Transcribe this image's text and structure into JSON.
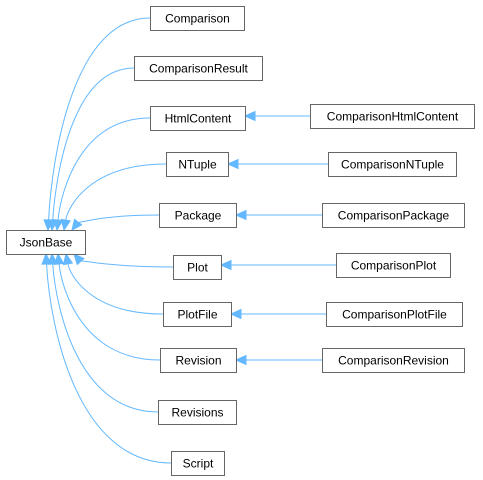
{
  "diagram": {
    "base": {
      "id": "jsonbase",
      "label": "JsonBase"
    },
    "level1": [
      {
        "id": "comparison",
        "label": "Comparison"
      },
      {
        "id": "comparisonresult",
        "label": "ComparisonResult"
      },
      {
        "id": "htmlcontent",
        "label": "HtmlContent"
      },
      {
        "id": "ntuple",
        "label": "NTuple"
      },
      {
        "id": "package",
        "label": "Package"
      },
      {
        "id": "plot",
        "label": "Plot"
      },
      {
        "id": "plotfile",
        "label": "PlotFile"
      },
      {
        "id": "revision",
        "label": "Revision"
      },
      {
        "id": "revisions",
        "label": "Revisions"
      },
      {
        "id": "script",
        "label": "Script"
      }
    ],
    "level2": [
      {
        "id": "comparisonhtmlcontent",
        "label": "ComparisonHtmlContent",
        "parent": "htmlcontent"
      },
      {
        "id": "comparisonntuple",
        "label": "ComparisonNTuple",
        "parent": "ntuple"
      },
      {
        "id": "comparisonpackage",
        "label": "ComparisonPackage",
        "parent": "package"
      },
      {
        "id": "comparisonplot",
        "label": "ComparisonPlot",
        "parent": "plot"
      },
      {
        "id": "comparisonplotfile",
        "label": "ComparisonPlotFile",
        "parent": "plotfile"
      },
      {
        "id": "comparisonrevision",
        "label": "ComparisonRevision",
        "parent": "revision"
      }
    ],
    "colors": {
      "edge": "#63b8ff",
      "node_border": "#666666",
      "node_fill": "#ffffff"
    }
  }
}
